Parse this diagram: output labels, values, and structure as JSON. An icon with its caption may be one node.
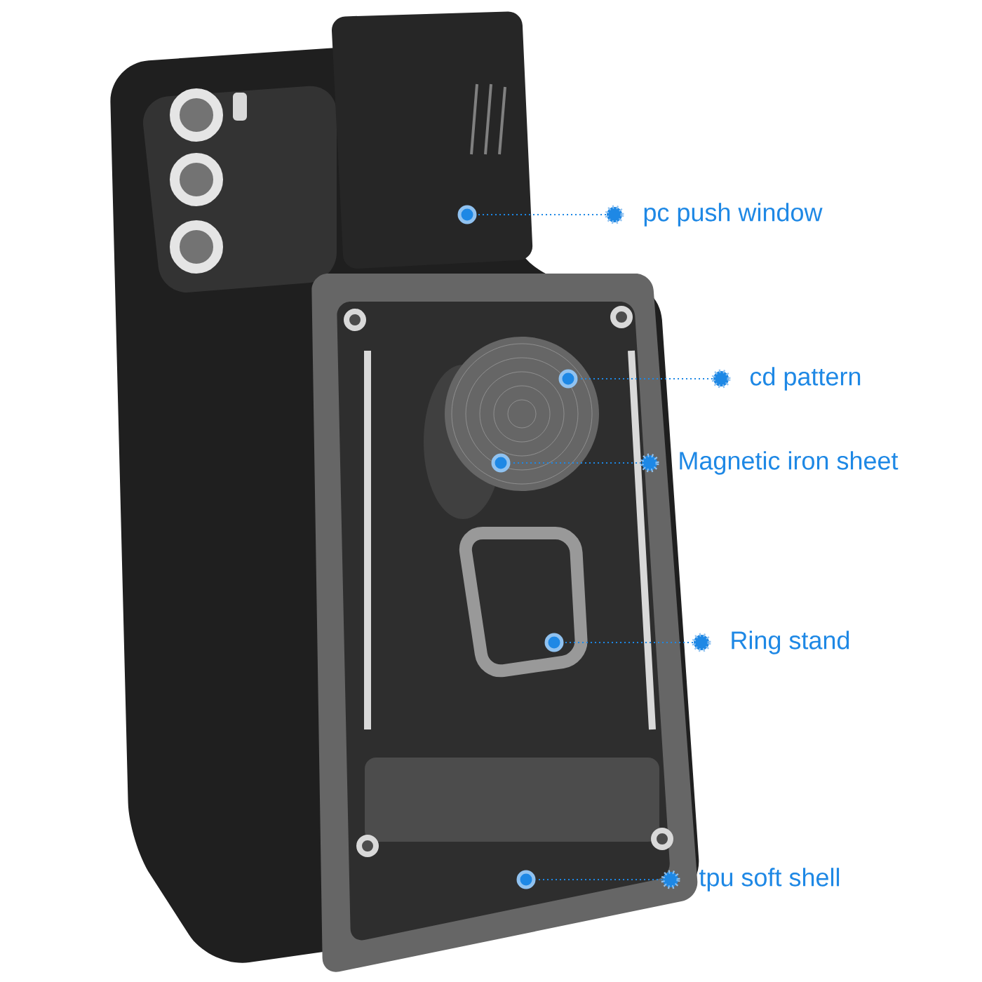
{
  "diagram": {
    "nodes": [
      {
        "text": [
          "pc push window"
        ]
      },
      {
        "text": [
          "cd pattern"
        ]
      },
      {
        "text": [
          "Magnetic iron sheet"
        ]
      },
      {
        "text": [
          "Ring stand"
        ]
      },
      {
        "text": [
          "tpu soft shell"
        ]
      },
      {
        "text": [],
        "shape": "circle"
      },
      {
        "text": [],
        "shape": "circle"
      },
      {
        "text": [],
        "shape": "circle"
      },
      {
        "text": [],
        "shape": "circle"
      },
      {
        "text": [],
        "shape": "circle"
      }
    ],
    "edges": [
      {
        "from": 0,
        "to": 5,
        "arrow": "other",
        "style": "dashed"
      },
      {
        "from": 1,
        "to": 6,
        "arrow": "other",
        "style": "dashed"
      },
      {
        "from": 2,
        "to": 7,
        "arrow": "other",
        "style": "dashed"
      },
      {
        "from": 3,
        "to": 8,
        "arrow": "other",
        "style": "dashed"
      },
      {
        "from": 4,
        "to": 9,
        "arrow": "other",
        "style": "dashed"
      }
    ]
  }
}
